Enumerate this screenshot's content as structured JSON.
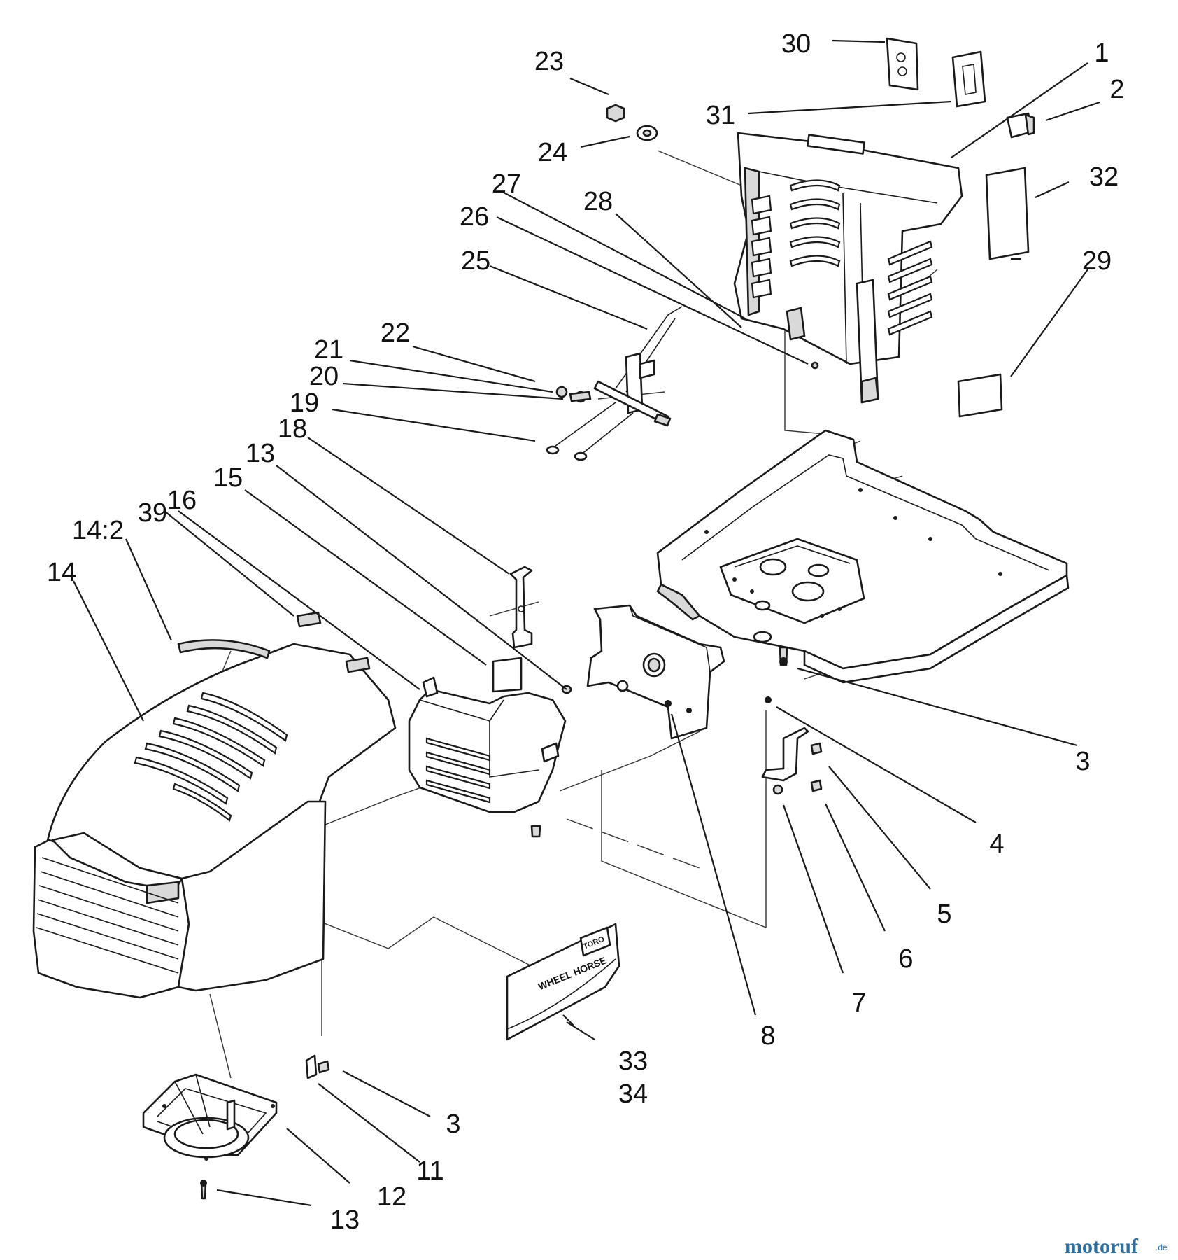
{
  "labels": {
    "l1": "1",
    "l2": "2",
    "l3a": "3",
    "l3b": "3",
    "l4": "4",
    "l5": "5",
    "l6": "6",
    "l7": "7",
    "l8": "8",
    "l11": "11",
    "l12": "12",
    "l13a": "13",
    "l13b": "13",
    "l14": "14",
    "l14_2": "14:2",
    "l15": "15",
    "l16": "16",
    "l18": "18",
    "l19": "19",
    "l20": "20",
    "l21": "21",
    "l22": "22",
    "l23": "23",
    "l24": "24",
    "l25": "25",
    "l26": "26",
    "l27": "27",
    "l28": "28",
    "l29": "29",
    "l30": "30",
    "l31": "31",
    "l32": "32",
    "l33": "33",
    "l34": "34",
    "l39": "39"
  },
  "decal_text": {
    "brand": "TORO",
    "model": "WHEEL HORSE"
  },
  "watermark": {
    "logo": "motoruf",
    "suffix": ".de",
    "color": "#2e6e9e"
  }
}
